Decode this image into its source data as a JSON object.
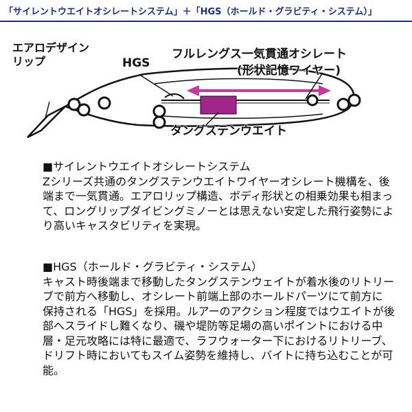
{
  "header": {
    "title": "「サイレントウエイトオシレートシステム」＋「HGS（ホールド・グラビティ・システム）」"
  },
  "diagram": {
    "labels": {
      "lip": "エアロデザイン\nリップ",
      "hgs": "HGS",
      "oscillate_line1": "フルレングス一気貫通オシレート",
      "oscillate_line2": "(形状記憶ワイヤー)",
      "tungsten": "タングステンウエイト"
    },
    "colors": {
      "weight": "#a0268a",
      "arrow": "#c23a9e",
      "outline": "#111111"
    }
  },
  "sections": [
    {
      "heading": "■サイレントウエイトオシレートシステム",
      "body": "Zシリーズ共通のタングステンウエイトワイヤーオシレート機構を、後端まで一気貫通。エアロリップ構造、ボディ形状との相乗効果も相まって、ロングリップダイビングミノーとは思えない安定した飛行姿勢により高いキャスタビリティを実現。"
    },
    {
      "heading": "■HGS（ホールド・グラビティ・システム）",
      "body": "キャスト時後端まで移動したタングステンウェイトが着水後のリトリーブで前方へ移動し、オシレート前端上部のホールドパーツにて前方に　保持される「HGS」を採用。ルアーのアクション程度ではウエイトが後部へスライドし難くなり、磯や堤防等足場の高いポイントにおける中層・足元攻略には特に最適で、ラフウォーター下におけるリトリーブ、ドリフト時においてもスイム姿勢を維持し、バイトに持ち込むことが可能。"
    }
  ]
}
